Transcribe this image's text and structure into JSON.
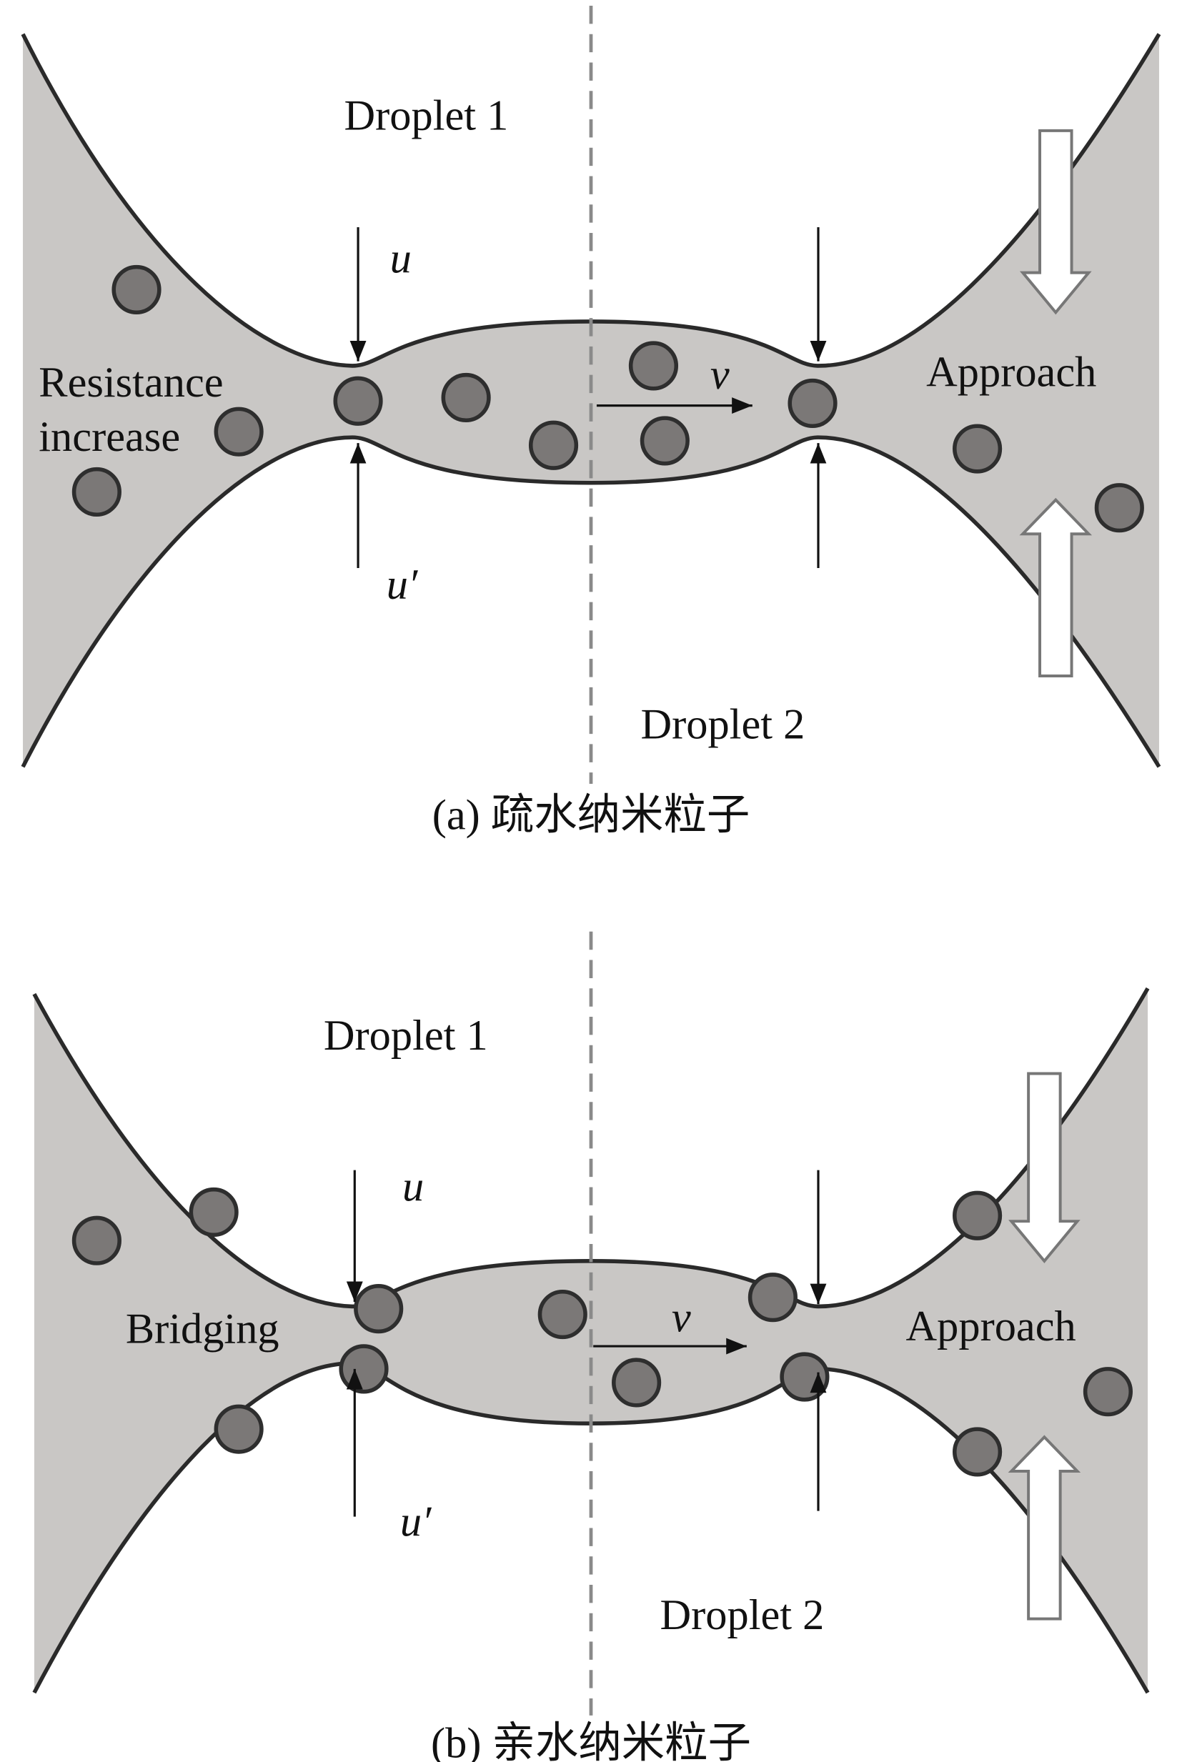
{
  "panel_a": {
    "droplet1": "Droplet 1",
    "droplet2": "Droplet 2",
    "u": "u",
    "u_prime": "u′",
    "v": "v",
    "left_label_line1": "Resistance",
    "left_label_line2": "increase",
    "right_label": "Approach",
    "caption": "(a) 疏水纳米粒子"
  },
  "panel_b": {
    "droplet1": "Droplet 1",
    "droplet2": "Droplet 2",
    "u": "u",
    "u_prime": "u′",
    "v": "v",
    "left_label": "Bridging",
    "right_label": "Approach",
    "caption": "(b) 亲水纳米粒子"
  }
}
